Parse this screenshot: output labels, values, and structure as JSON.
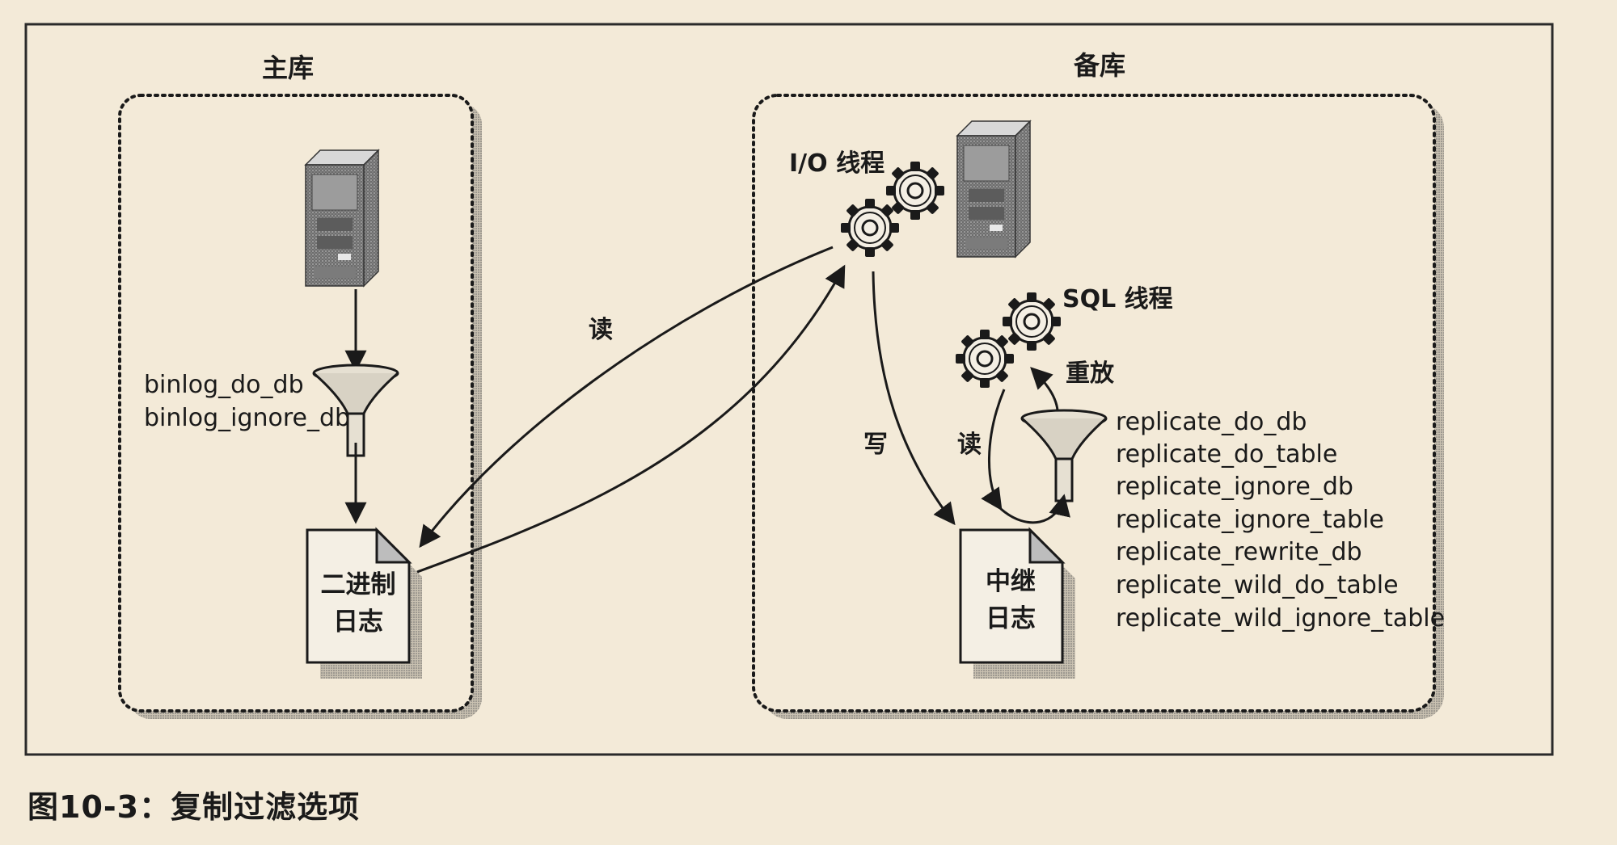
{
  "master": {
    "title": "主库",
    "binlog_filters": [
      "binlog_do_db",
      "binlog_ignore_db"
    ],
    "binlog_doc": [
      "二进制",
      "日志"
    ]
  },
  "replica": {
    "title": "备库",
    "io_thread": "I/O 线程",
    "sql_thread": "SQL 线程",
    "replay": "重放",
    "relay_doc": [
      "中继",
      "日志"
    ],
    "replicate_filters": [
      "replicate_do_db",
      "replicate_do_table",
      "replicate_ignore_db",
      "replicate_ignore_table",
      "replicate_rewrite_db",
      "replicate_wild_do_table",
      "replicate_wild_ignore_table"
    ]
  },
  "edges": {
    "read_master": "读",
    "write_relay": "写",
    "read_relay": "读"
  },
  "caption": "图10-3：复制过滤选项",
  "colors": {
    "background": "#f3ead8",
    "ink": "#1a1a1a",
    "server_body": "#8a8a8a",
    "doc_fill": "#f4efe4"
  }
}
